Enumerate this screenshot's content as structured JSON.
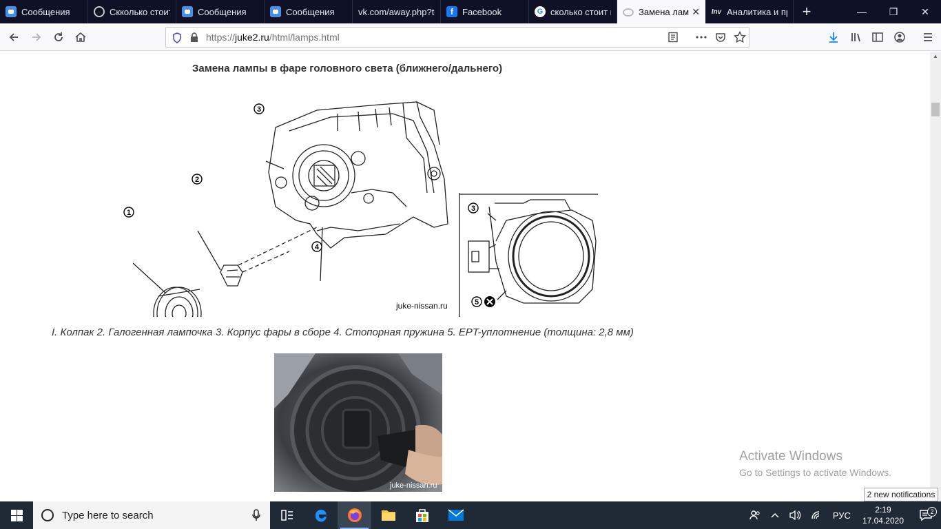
{
  "tabs": [
    {
      "label": "Сообщения",
      "icon": "msg"
    },
    {
      "label": "Скколько стоит",
      "icon": "sk"
    },
    {
      "label": "Сообщения",
      "icon": "msg"
    },
    {
      "label": "Сообщения",
      "icon": "msg"
    },
    {
      "label": "vk.com/away.php?to",
      "icon": "none"
    },
    {
      "label": "Facebook",
      "icon": "fb"
    },
    {
      "label": "сколько стоит г",
      "icon": "g"
    },
    {
      "label": "Замена лам",
      "icon": "nissan",
      "active": true
    },
    {
      "label": "Аналитика и пр",
      "icon": "inv"
    }
  ],
  "address": {
    "scheme": "https://",
    "host": "juke2.ru",
    "path": "/html/lamps.html"
  },
  "page": {
    "title": "Замена лампы в фаре головного света (ближнего/дальнего)",
    "caption": "I. Колпак 2. Галогенная лампочка 3. Корпус фары в сборе 4. Стопорная пружина 5. EPT-уплотнение (толщина: 2,8 мм)",
    "diagram_watermark": "juke-nissan.ru",
    "photo_watermark": "juke-nissan.ru",
    "callouts": [
      "1",
      "2",
      "3",
      "4",
      "3",
      "5"
    ]
  },
  "activate": {
    "line1": "Activate Windows",
    "line2": "Go to Settings to activate Windows."
  },
  "notification": "2 new notifications",
  "taskbar": {
    "search_placeholder": "Type here to search",
    "language": "РУС",
    "time": "2:19",
    "date": "17.04.2020",
    "notif_count": "2"
  },
  "colors": {
    "tab_bg": "#0f1126",
    "taskbar_bg": "#1f2a36",
    "accent": "#0a84ff"
  }
}
